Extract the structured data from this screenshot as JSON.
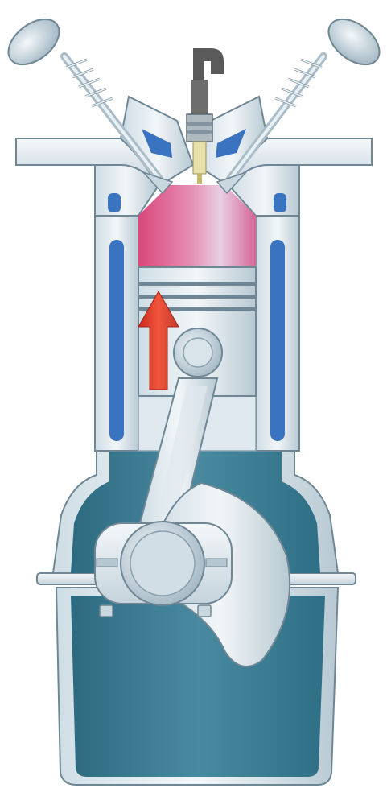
{
  "diagram": {
    "subject": "engine-cylinder-cross-section",
    "stroke_indicator": {
      "direction": "up"
    },
    "parts": [
      {
        "id": "intake-port",
        "icon": "port-icon"
      },
      {
        "id": "exhaust-port",
        "icon": "port-icon"
      },
      {
        "id": "intake-valve",
        "icon": "valve-icon",
        "state": "closed"
      },
      {
        "id": "exhaust-valve",
        "icon": "valve-icon",
        "state": "closed"
      },
      {
        "id": "spark-plug",
        "icon": "spark-plug-icon"
      },
      {
        "id": "combustion-chamber",
        "icon": "mixture-icon"
      },
      {
        "id": "piston",
        "icon": "piston-icon"
      },
      {
        "id": "connecting-rod",
        "icon": "rod-icon"
      },
      {
        "id": "crankshaft",
        "icon": "crank-icon"
      },
      {
        "id": "crankcase",
        "icon": "case-icon"
      },
      {
        "id": "coolant-jacket",
        "icon": "coolant-icon"
      }
    ],
    "colors": {
      "metal_light": "#e8eef2",
      "metal_mid": "#b9c9d3",
      "metal_dark": "#7d939f",
      "outline": "#6f8794",
      "coolant": "#3a73c0",
      "crankcase_fill": "#2f6f86",
      "mixture_pink": "#d9557f",
      "mixture_light": "#e9c6dc",
      "arrow": "#e0402b",
      "spark_plug_body": "#5a5a5a"
    }
  }
}
